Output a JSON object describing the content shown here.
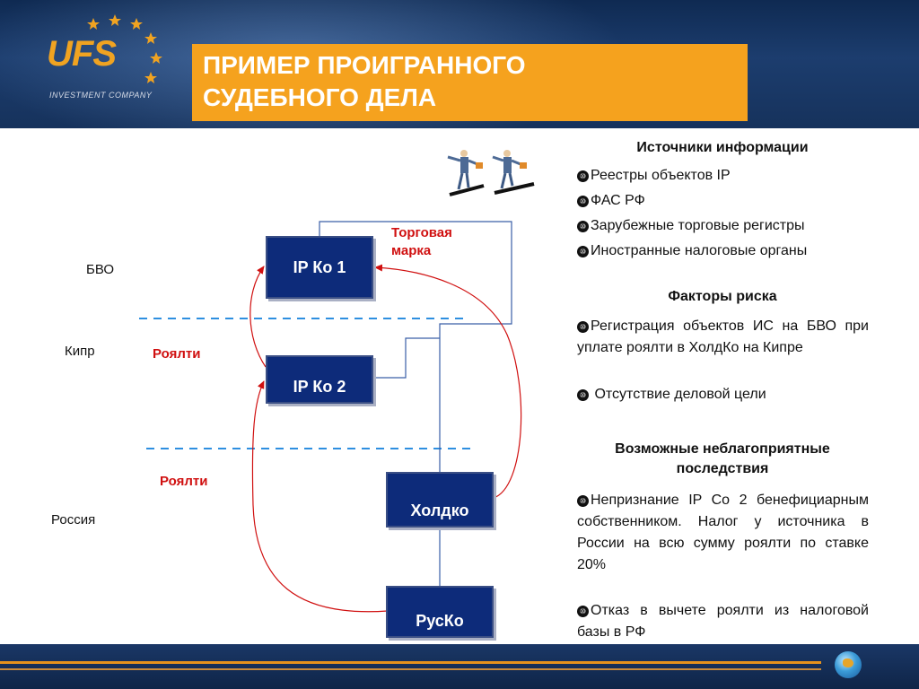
{
  "header": {
    "logo": "UFS",
    "logo_sub": "INVESTMENT COMPANY",
    "title_line1": "ПРИМЕР ПРОИГРАННОГО",
    "title_line2": "СУДЕБНОГО ДЕЛА",
    "accent_color": "#f5a21e",
    "band_color": "#1c3d6e"
  },
  "diagram": {
    "jurisdictions": {
      "bvo": "БВО",
      "cyprus": "Кипр",
      "russia": "Россия"
    },
    "boxes": {
      "ipco1": "IP Ко 1",
      "ipco2": "IP Ко 2",
      "holdco": "Холдко",
      "rusco": "РусКо"
    },
    "labels": {
      "trademark_line1": "Торговая",
      "trademark_line2": "марка",
      "royalty_1": "Роялти",
      "royalty_2": "Роялти"
    },
    "box_color": "#0d2b7a",
    "arrow_color": "#d01010",
    "divider_color": "#2e8fe0"
  },
  "sources": {
    "title": "Источники информации",
    "items": [
      "Реестры объектов IP",
      "ФАС РФ",
      "Зарубежные торговые регистры",
      "Иностранные налоговые органы"
    ]
  },
  "risks": {
    "title": "Факторы риска",
    "items": [
      "Регистрация объектов ИС на БВО при уплате роялти в ХолдКо на Кипре",
      " Отсутствие деловой цели"
    ]
  },
  "consequences": {
    "title_line1": "Возможные неблагоприятные",
    "title_line2": "последствия",
    "items": [
      "Непризнание IP Co 2 бенефициарным собственником. Налог у источника в России на всю сумму роялти по ставке 20%",
      "Отказ в вычете роялти из налоговой базы в РФ"
    ]
  },
  "bullet_glyph": "⑩"
}
